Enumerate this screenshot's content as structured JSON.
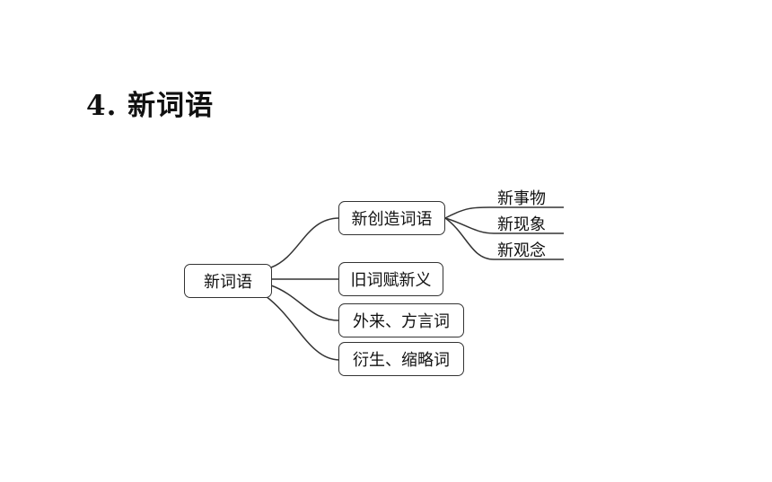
{
  "title": "4. 新词语",
  "diagram": {
    "root": "新词语",
    "branches": [
      {
        "label": "新创造词语",
        "children": [
          "新事物",
          "新现象",
          "新观念"
        ]
      },
      {
        "label": "旧词赋新义"
      },
      {
        "label": "外来、方言词"
      },
      {
        "label": "衍生、缩略词"
      }
    ]
  },
  "colors": {
    "line": "#333333",
    "text": "#111111",
    "background": "#ffffff"
  }
}
